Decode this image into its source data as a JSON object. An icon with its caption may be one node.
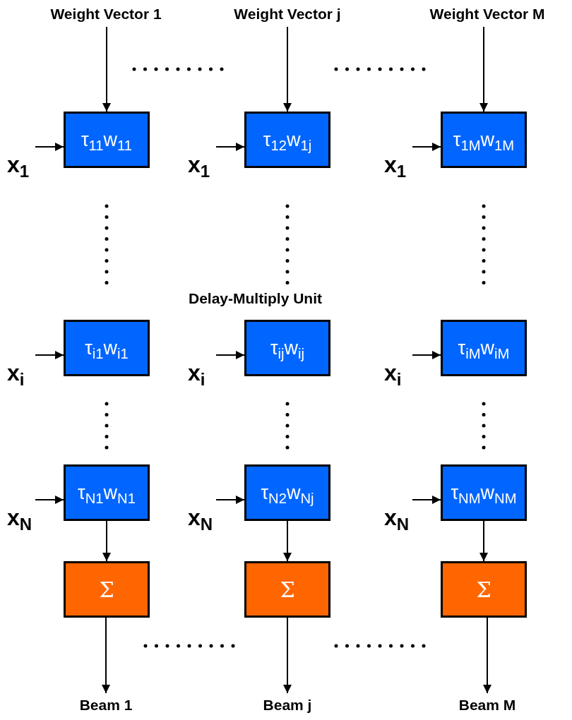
{
  "diagram": {
    "nodes": [
      {
        "text": [
          "Weight Vector 1"
        ]
      },
      {
        "text": [
          "Weight Vector j"
        ]
      },
      {
        "text": [
          "Weight Vector M"
        ]
      },
      {
        "text": [
          "x$_{1}$"
        ]
      },
      {
        "text": [
          "τ$_{11}$w$_{11}$"
        ]
      },
      {
        "text": [
          "x$_{1}$"
        ]
      },
      {
        "text": [
          "τ$_{12}$w$_{1j}$"
        ]
      },
      {
        "text": [
          "x$_{1}$"
        ]
      },
      {
        "text": [
          "τ$_{1M}$w$_{1M}$"
        ]
      },
      {
        "text": [
          "x$_{i}$"
        ]
      },
      {
        "text": [
          "τ$_{i1}$w$_{i1}$"
        ]
      },
      {
        "text": [
          "x$_{i}$"
        ]
      },
      {
        "text": [
          "τ$_{ij}$w$_{ij}$"
        ]
      },
      {
        "text": [
          "x$_{i}$"
        ]
      },
      {
        "text": [
          "τ$_{iM}$w$_{iM}$"
        ]
      },
      {
        "text": [
          "x$_{N}$"
        ]
      },
      {
        "text": [
          "τ$_{N1}$w$_{N1}$"
        ]
      },
      {
        "text": [
          "x$_{N}$"
        ]
      },
      {
        "text": [
          "τ$_{N2}$w$_{Nj}$"
        ]
      },
      {
        "text": [
          "x$_{N}$"
        ]
      },
      {
        "text": [
          "τ$_{NM}$w$_{NM}$"
        ]
      },
      {
        "text": [
          "Σ"
        ]
      },
      {
        "text": [
          "Σ"
        ]
      },
      {
        "text": [
          "Σ"
        ]
      },
      {
        "text": [
          "Beam 1"
        ]
      },
      {
        "text": [
          "Beam j"
        ]
      },
      {
        "text": [
          "Beam M"
        ]
      }
    ],
    "edges": [
      {
        "from": 0,
        "to": 4,
        "arrow": "to"
      },
      {
        "from": 1,
        "to": 6,
        "arrow": "to"
      },
      {
        "from": 2,
        "to": 8,
        "arrow": "to"
      },
      {
        "from": 3,
        "to": 4,
        "arrow": "to"
      },
      {
        "from": 5,
        "to": 6,
        "arrow": "to"
      },
      {
        "from": 7,
        "to": 8,
        "arrow": "to"
      },
      {
        "from": 9,
        "to": 10,
        "arrow": "to"
      },
      {
        "from": 11,
        "to": 12,
        "arrow": "to"
      },
      {
        "from": 13,
        "to": 14,
        "arrow": "to"
      },
      {
        "from": 15,
        "to": 16,
        "arrow": "to"
      },
      {
        "from": 17,
        "to": 18,
        "arrow": "to"
      },
      {
        "from": 19,
        "to": 20,
        "arrow": "to"
      },
      {
        "from": 16,
        "to": 21,
        "arrow": "to"
      },
      {
        "from": 18,
        "to": 22,
        "arrow": "to"
      },
      {
        "from": 20,
        "to": 23,
        "arrow": "to"
      },
      {
        "from": 21,
        "to": 24,
        "arrow": "to"
      },
      {
        "from": 22,
        "to": 25,
        "arrow": "to"
      },
      {
        "from": 23,
        "to": 26,
        "arrow": "to"
      }
    ],
    "labels": [
      "Delay-Multiply Unit"
    ]
  }
}
